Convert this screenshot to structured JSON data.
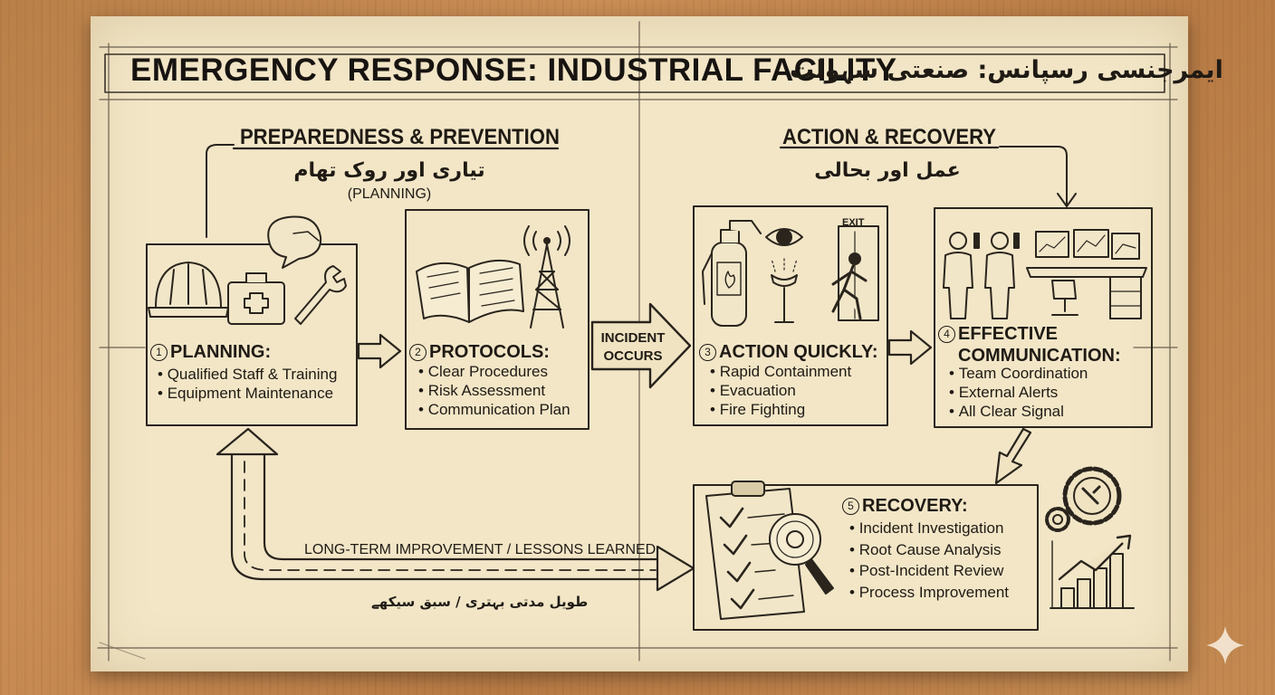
{
  "title": "EMERGENCY RESPONSE: INDUSTRIAL FACILITY",
  "title_urdu": "ایمرجنسی رسپانس: صنعتی سہولت",
  "sections": {
    "preparedness": {
      "title": "PREPAREDNESS & PREVENTION",
      "urdu": "تیاری اور روک تھام",
      "note": "(PLANNING)"
    },
    "action": {
      "title": "ACTION & RECOVERY",
      "urdu": "عمل اور بحالی"
    }
  },
  "steps": [
    {
      "number": "1",
      "title": "PLANNING:",
      "items": [
        "Qualified Staff & Training",
        "Equipment Maintenance"
      ]
    },
    {
      "number": "2",
      "title": "PROTOCOLS:",
      "items": [
        "Clear Procedures",
        "Risk Assessment",
        "Communication Plan"
      ]
    },
    {
      "number": "3",
      "title": "ACTION QUICKLY:",
      "items": [
        "Rapid Containment",
        "Evacuation",
        "Fire Fighting"
      ]
    },
    {
      "number": "4",
      "title_line1": "EFFECTIVE",
      "title_line2": "COMMUNICATION:",
      "items": [
        "Team Coordination",
        "External Alerts",
        "All Clear Signal"
      ]
    },
    {
      "number": "5",
      "title": "RECOVERY:",
      "items": [
        "Incident Investigation",
        "Root Cause Analysis",
        "Post-Incident Review",
        "Process Improvement"
      ]
    }
  ],
  "incident": {
    "line1": "INCIDENT",
    "line2": "OCCURS"
  },
  "exit_sign": "EXIT",
  "feedback": {
    "label": "LONG-TERM IMPROVEMENT / LESSONS LEARNED",
    "urdu": "طویل مدتی بہتری / سبق سیکھے"
  },
  "colors": {
    "paper": "#f2e6c7",
    "ink": "#1f1a14",
    "wood": "#c08650"
  },
  "icons": [
    "hard-hat-icon",
    "first-aid-kit-icon",
    "wrench-icon",
    "speech-bubble-icon",
    "open-book-icon",
    "radio-tower-icon",
    "fire-extinguisher-icon",
    "eyewash-station-icon",
    "exit-running-person-icon",
    "radio-operators-icon",
    "control-desk-monitors-icon",
    "clipboard-checklist-icon",
    "magnifying-glass-icon",
    "gears-icon",
    "growth-bar-chart-icon",
    "sparkle-icon"
  ]
}
